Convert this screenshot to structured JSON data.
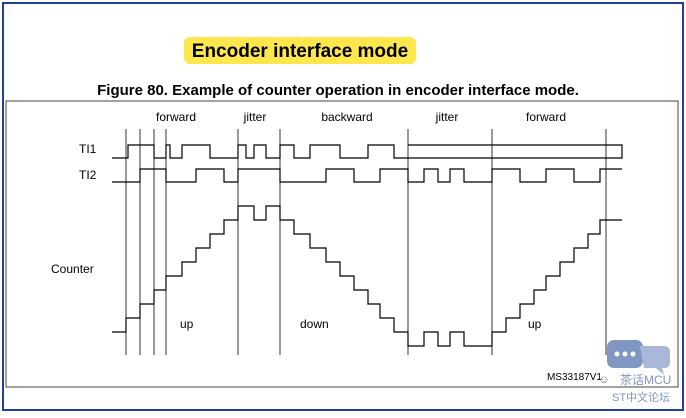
{
  "heading": "Encoder interface mode",
  "figure_title": "Figure 80. Example of counter operation in encoder interface mode.",
  "phases": [
    "forward",
    "jitter",
    "backward",
    "jitter",
    "forward"
  ],
  "signals": {
    "ti1": "TI1",
    "ti2": "TI2",
    "counter": "Counter"
  },
  "directions": [
    "up",
    "down",
    "up"
  ],
  "figure_code": "MS33187V1",
  "watermark": {
    "line1": "茶话MCU",
    "line2": "ST中文论坛",
    "icon": "chat-bubble-icon"
  },
  "colors": {
    "heading_bg": "#fde74c",
    "frame_border": "#2040a0",
    "line": "#000000",
    "watermark": "#7f97c2"
  }
}
